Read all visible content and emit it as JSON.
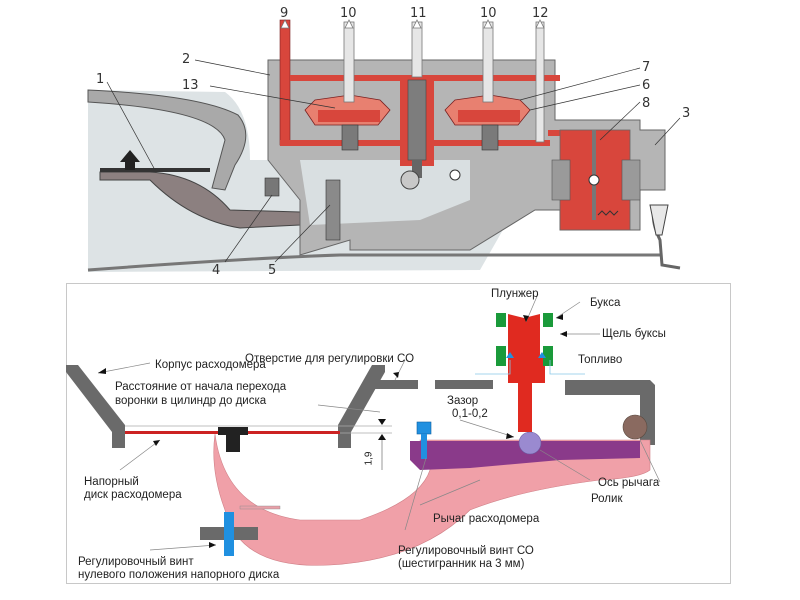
{
  "top_diagram": {
    "numbers": [
      "9",
      "10",
      "11",
      "10",
      "12",
      "2",
      "13",
      "7",
      "6",
      "8",
      "3",
      "1",
      "4",
      "5"
    ],
    "colors": {
      "housing": "#b8b8b8",
      "fuel": "#d8463c",
      "background": "#d9e0e2"
    }
  },
  "bottom_diagram": {
    "labels": {
      "plunger": "Плунжер",
      "bushing": "Букса",
      "bushing_slot": "Щель буксы",
      "fuel": "Топливо",
      "co_hole": "Отверстие для регулировки СО",
      "meter_body": "Корпус расходомера",
      "distance_line1": "Расстояние от начала перехода",
      "distance_line2": "воронки в цилиндр до диска",
      "gap_line1": "Зазор",
      "gap_line2": "0,1-0,2",
      "dimension": "1,9",
      "pressure_disk_line1": "Напорный",
      "pressure_disk_line2": "диск расходомера",
      "lever_axis": "Ось рычага",
      "roller": "Ролик",
      "meter_lever": "Рычаг расходомера",
      "zero_screw_line1": "Регулировочный винт",
      "zero_screw_line2": "нулевого положения напорного диска",
      "co_screw_line1": "Регулировочный винт СО",
      "co_screw_line2": "(шестигранник на 3 мм)"
    },
    "colors": {
      "plunger": "#e02a20",
      "bushing": "#1a9a3a",
      "lever": "#f0a0a8",
      "lever_arm": "#8a3a8a",
      "screw": "#2090e0",
      "body": "#6a6a6a"
    }
  }
}
